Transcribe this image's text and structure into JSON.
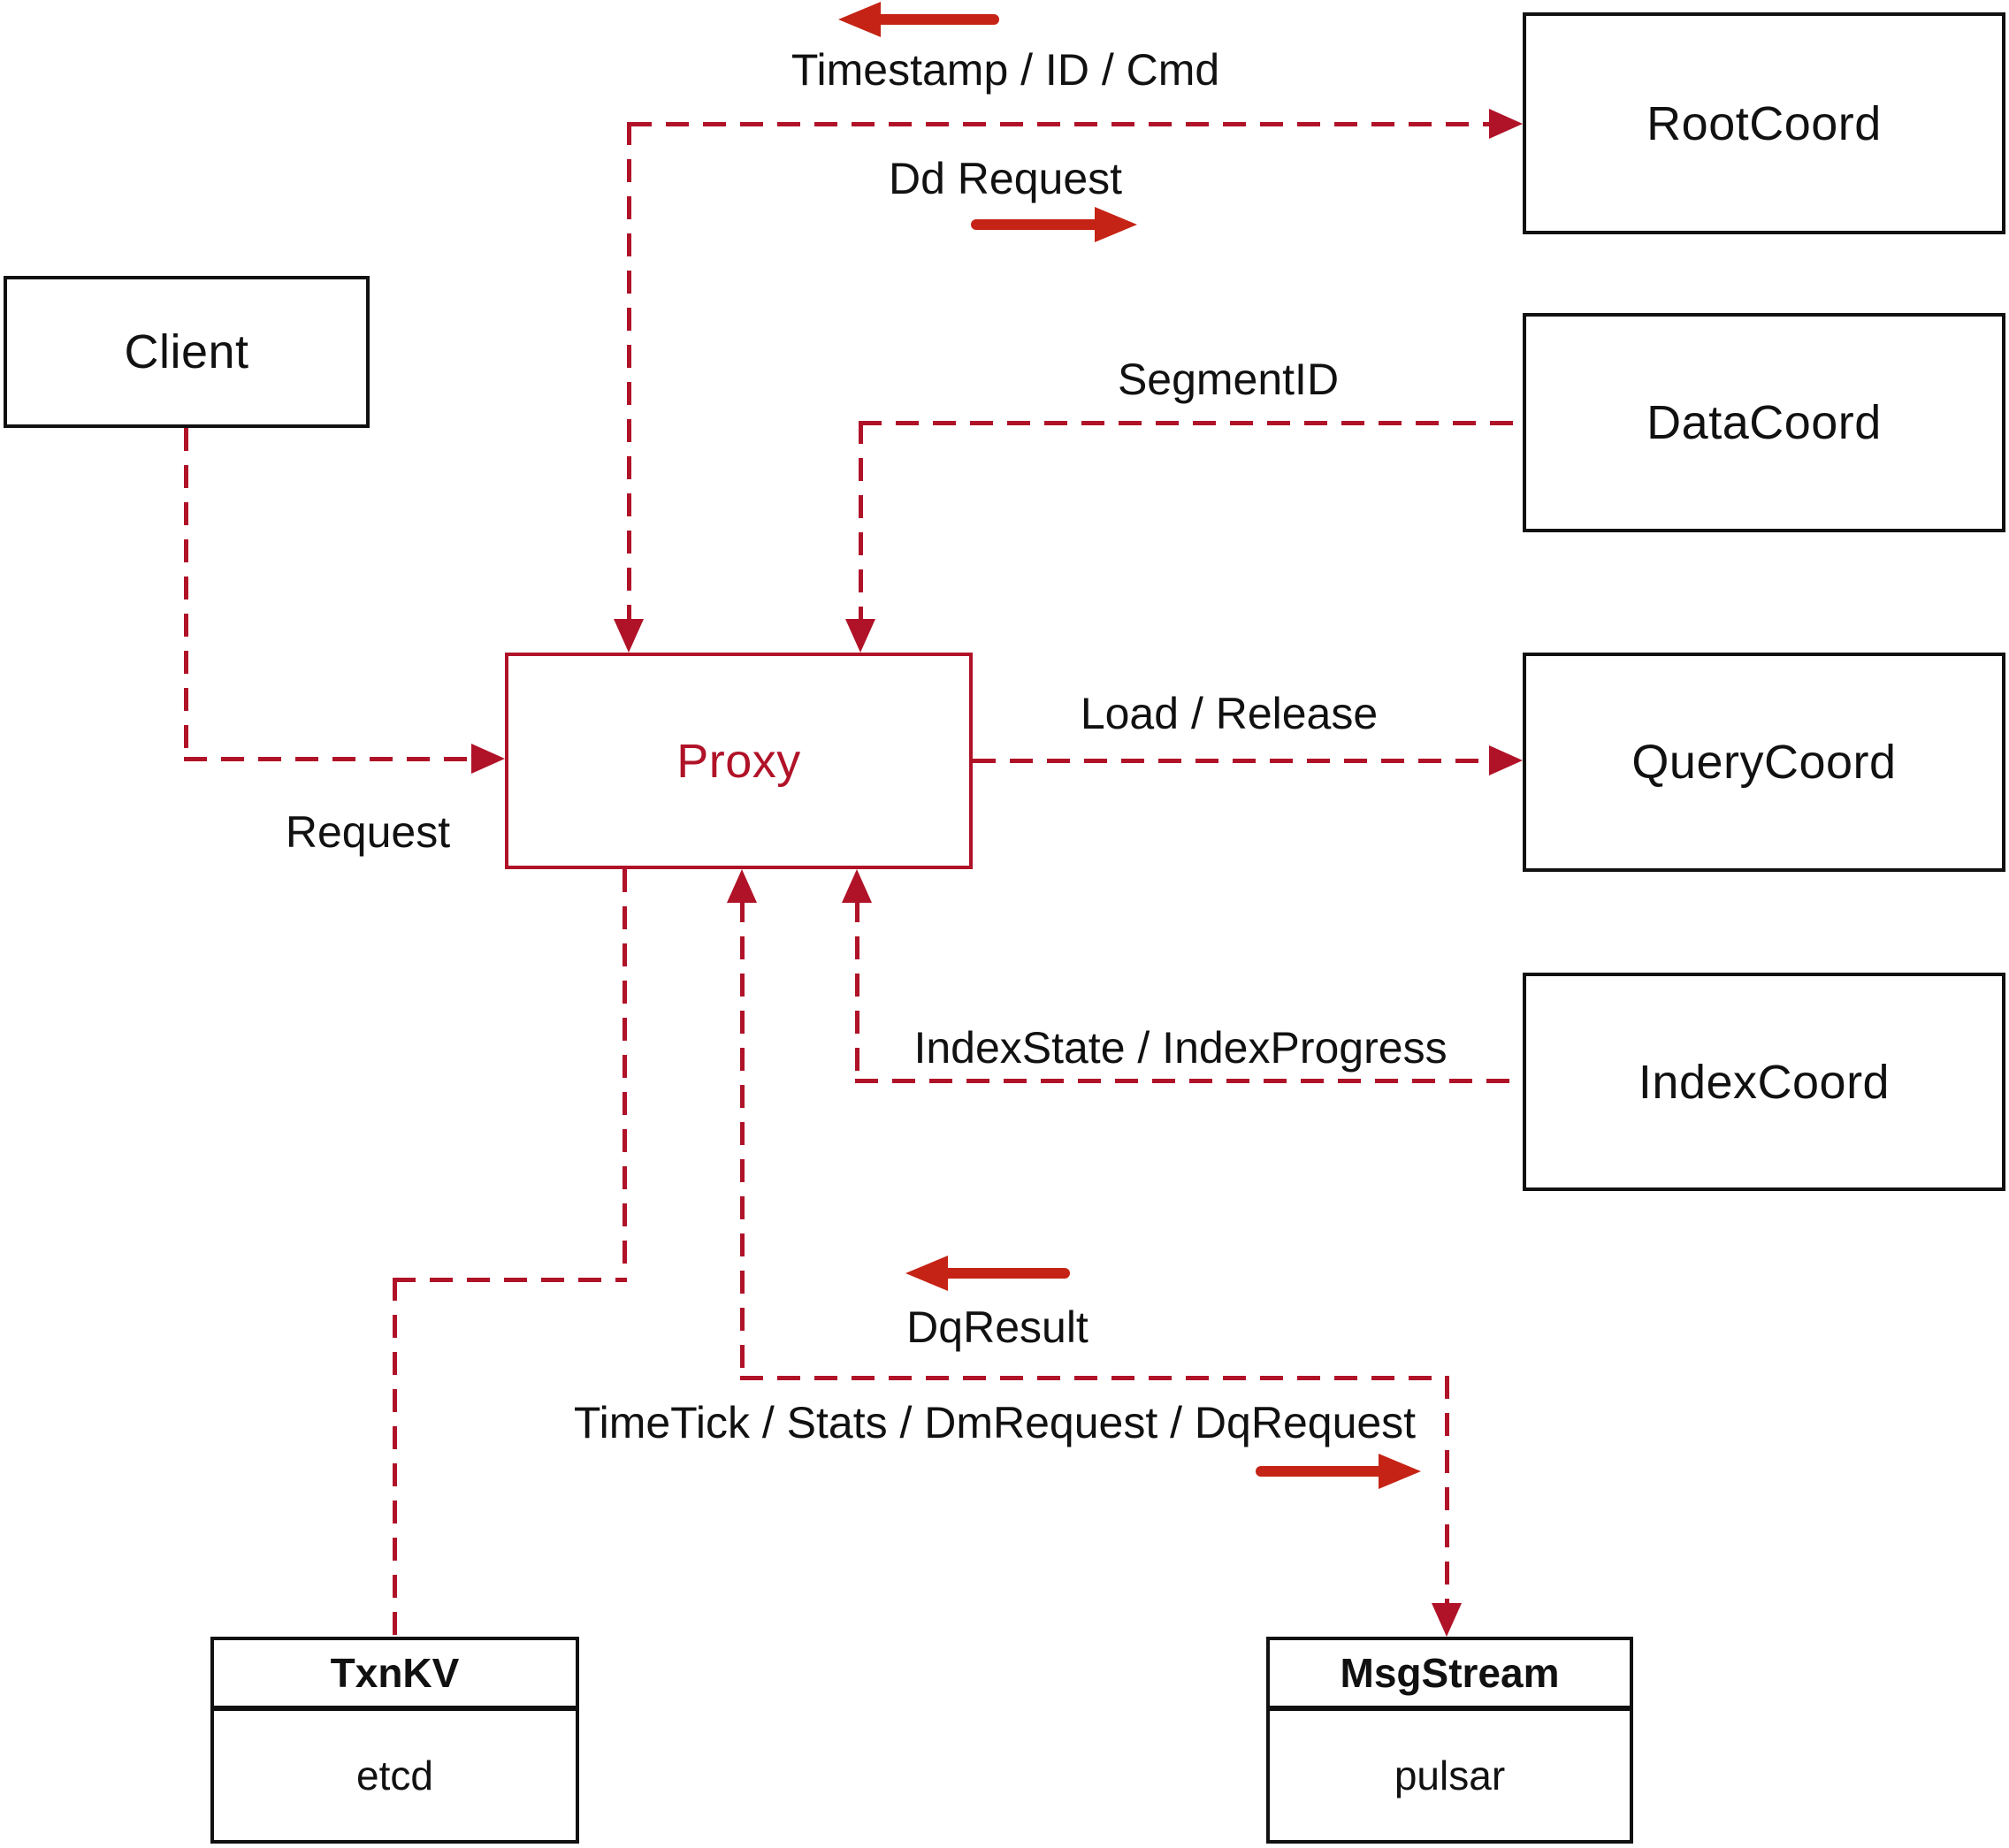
{
  "nodes": {
    "client": {
      "label": "Client"
    },
    "proxy": {
      "label": "Proxy"
    },
    "root_coord": {
      "label": "RootCoord"
    },
    "data_coord": {
      "label": "DataCoord"
    },
    "query_coord": {
      "label": "QueryCoord"
    },
    "index_coord": {
      "label": "IndexCoord"
    },
    "txn_kv": {
      "title": "TxnKV",
      "impl": "etcd"
    },
    "msg_stream": {
      "title": "MsgStream",
      "impl": "pulsar"
    }
  },
  "labels": {
    "timestamp_id_cmd": "Timestamp / ID / Cmd",
    "dd_request": "Dd Request",
    "segment_id": "SegmentID",
    "load_release": "Load / Release",
    "index_state_progress": "IndexState / IndexProgress",
    "request": "Request",
    "dq_result": "DqResult",
    "timetick_stats": "TimeTick / Stats / DmRequest / DqRequest"
  },
  "colors": {
    "connector": "#b01228",
    "annotation_arrow": "#c52315",
    "node_border": "#111111",
    "text": "#111111",
    "proxy_accent": "#b01228",
    "background": "#ffffff"
  }
}
